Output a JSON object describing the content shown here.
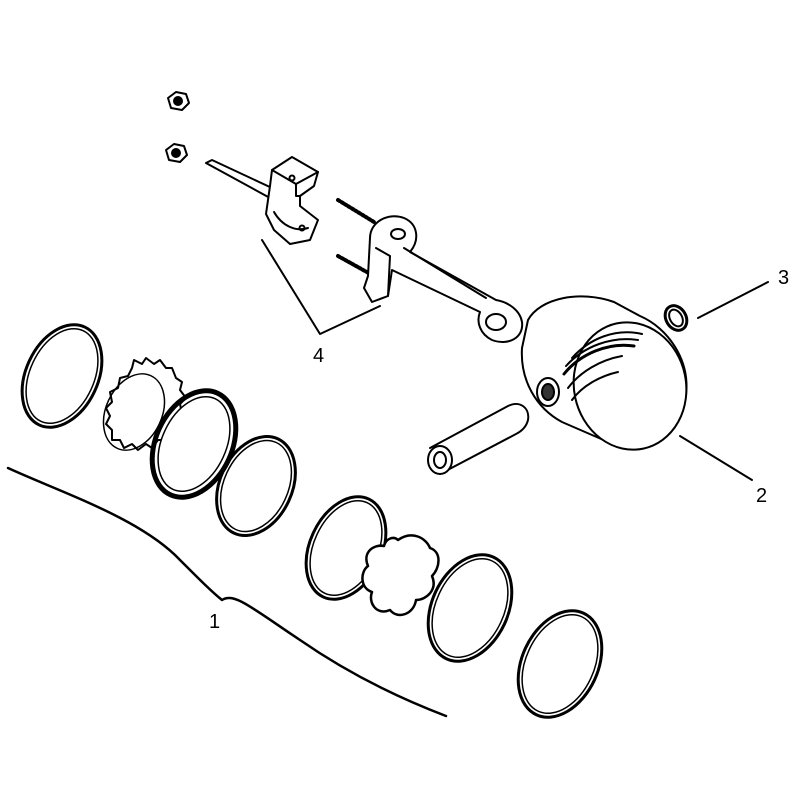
{
  "callouts": {
    "ring_set": "1",
    "piston": "2",
    "retaining_ring": "3",
    "connecting_rod": "4"
  },
  "colors": {
    "line": "#000000",
    "background": "#ffffff",
    "shade": "#333333"
  }
}
